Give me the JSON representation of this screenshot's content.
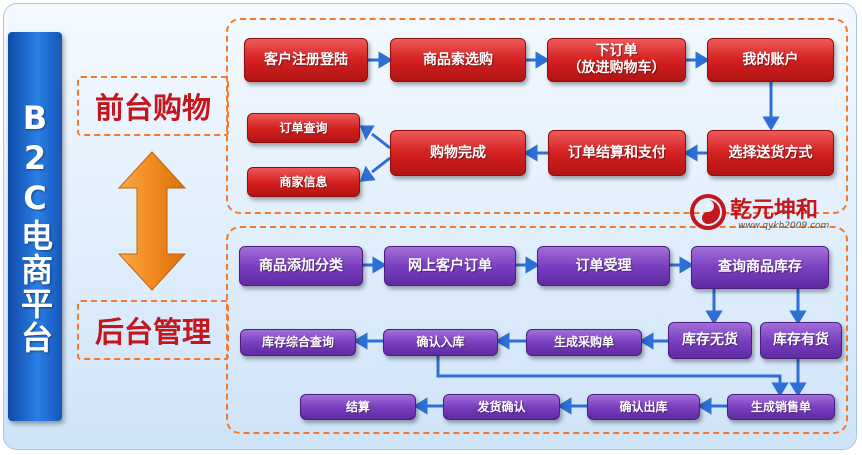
{
  "platform": {
    "title": "B2C电商平台"
  },
  "front": {
    "label": "前台购物",
    "steps": {
      "register": "客户注册登陆",
      "browse": "商品索选购",
      "order_line1": "下订单",
      "order_line2": "（放进购物车）",
      "account": "我的账户",
      "delivery": "选择送货方式",
      "checkout": "订单结算和支付",
      "complete": "购物完成",
      "order_query": "订单查询",
      "merchant_info": "商家信息"
    }
  },
  "back": {
    "label": "后台管理",
    "steps": {
      "add_category": "商品添加分类",
      "online_orders": "网上客户订单",
      "accept_order": "订单受理",
      "check_stock": "查询商品库存",
      "out_of_stock": "库存无货",
      "in_stock": "库存有货",
      "purchase_order": "生成采购单",
      "confirm_inbound": "确认入库",
      "stock_query": "库存综合查询",
      "sales_order": "生成销售单",
      "confirm_outbound": "确认出库",
      "confirm_shipping": "发货确认",
      "settle": "结算"
    }
  },
  "logo": {
    "title": "乾元坤和",
    "url": "www.qykh2009.com"
  },
  "colors": {
    "front_box": "#d42020",
    "back_box": "#7a3fc0",
    "arrow": "#2e6fd6",
    "dash_border": "#f27a2a",
    "section_label": "#c4161c",
    "sidebar": "#1a5fc8",
    "big_arrow": "#f28a1f"
  }
}
